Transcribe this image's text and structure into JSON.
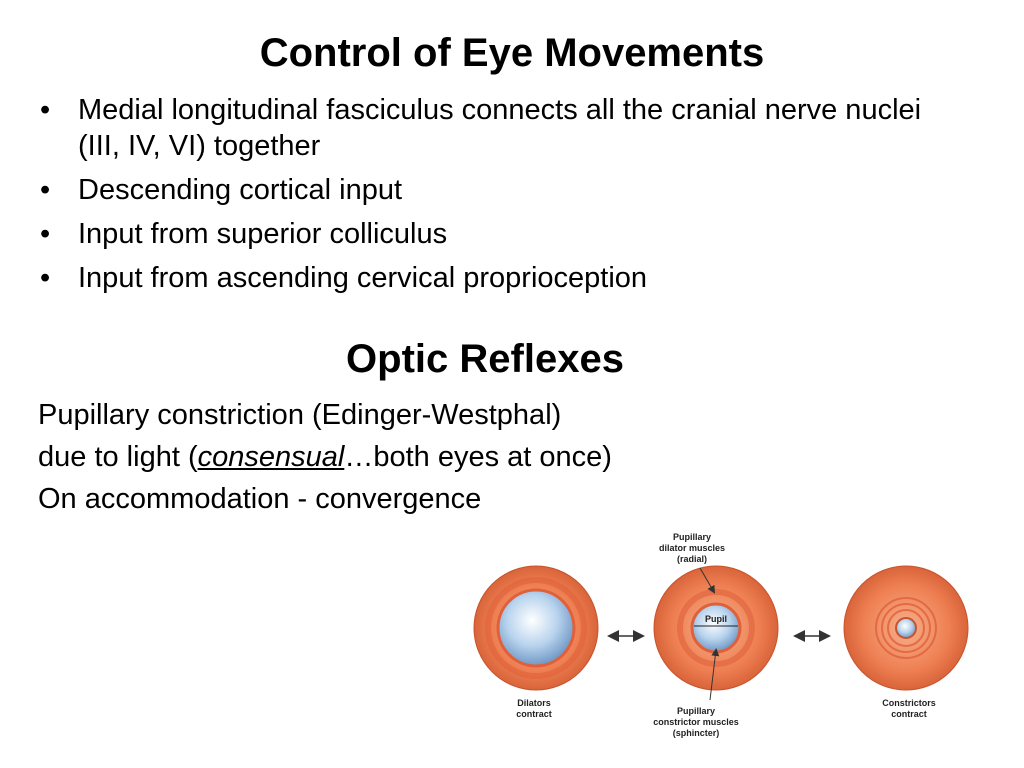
{
  "slide": {
    "title": "Control of Eye Movements",
    "bullets": [
      "Medial longitudinal fasciculus connects all the cranial nerve nuclei (III, IV, VI) together",
      "Descending cortical input",
      "Input from superior colliculus",
      "Input from ascending cervical proprioception"
    ],
    "subtitle": "Optic Reflexes",
    "reflex": {
      "line1": "Pupillary constriction (Edinger-Westphal)",
      "line2_pre": "due to light (",
      "line2_emph": "consensual",
      "line2_post": "…both eyes at once)",
      "line3": "On accommodation - convergence"
    }
  },
  "figure": {
    "label_dilator_1": "Pupillary",
    "label_dilator_2": "dilator muscles",
    "label_dilator_3": "(radial)",
    "label_pupil": "Pupil",
    "label_dilators_contract_1": "Dilators",
    "label_dilators_contract_2": "contract",
    "label_constrictor_1": "Pupillary",
    "label_constrictor_2": "constrictor muscles",
    "label_constrictor_3": "(sphincter)",
    "label_constrictors_contract_1": "Constrictors",
    "label_constrictors_contract_2": "contract",
    "colors": {
      "iris": "#e8744a",
      "iris_dark": "#c9532c",
      "pupil": "#9fc3e6",
      "arrow": "#333333"
    }
  }
}
